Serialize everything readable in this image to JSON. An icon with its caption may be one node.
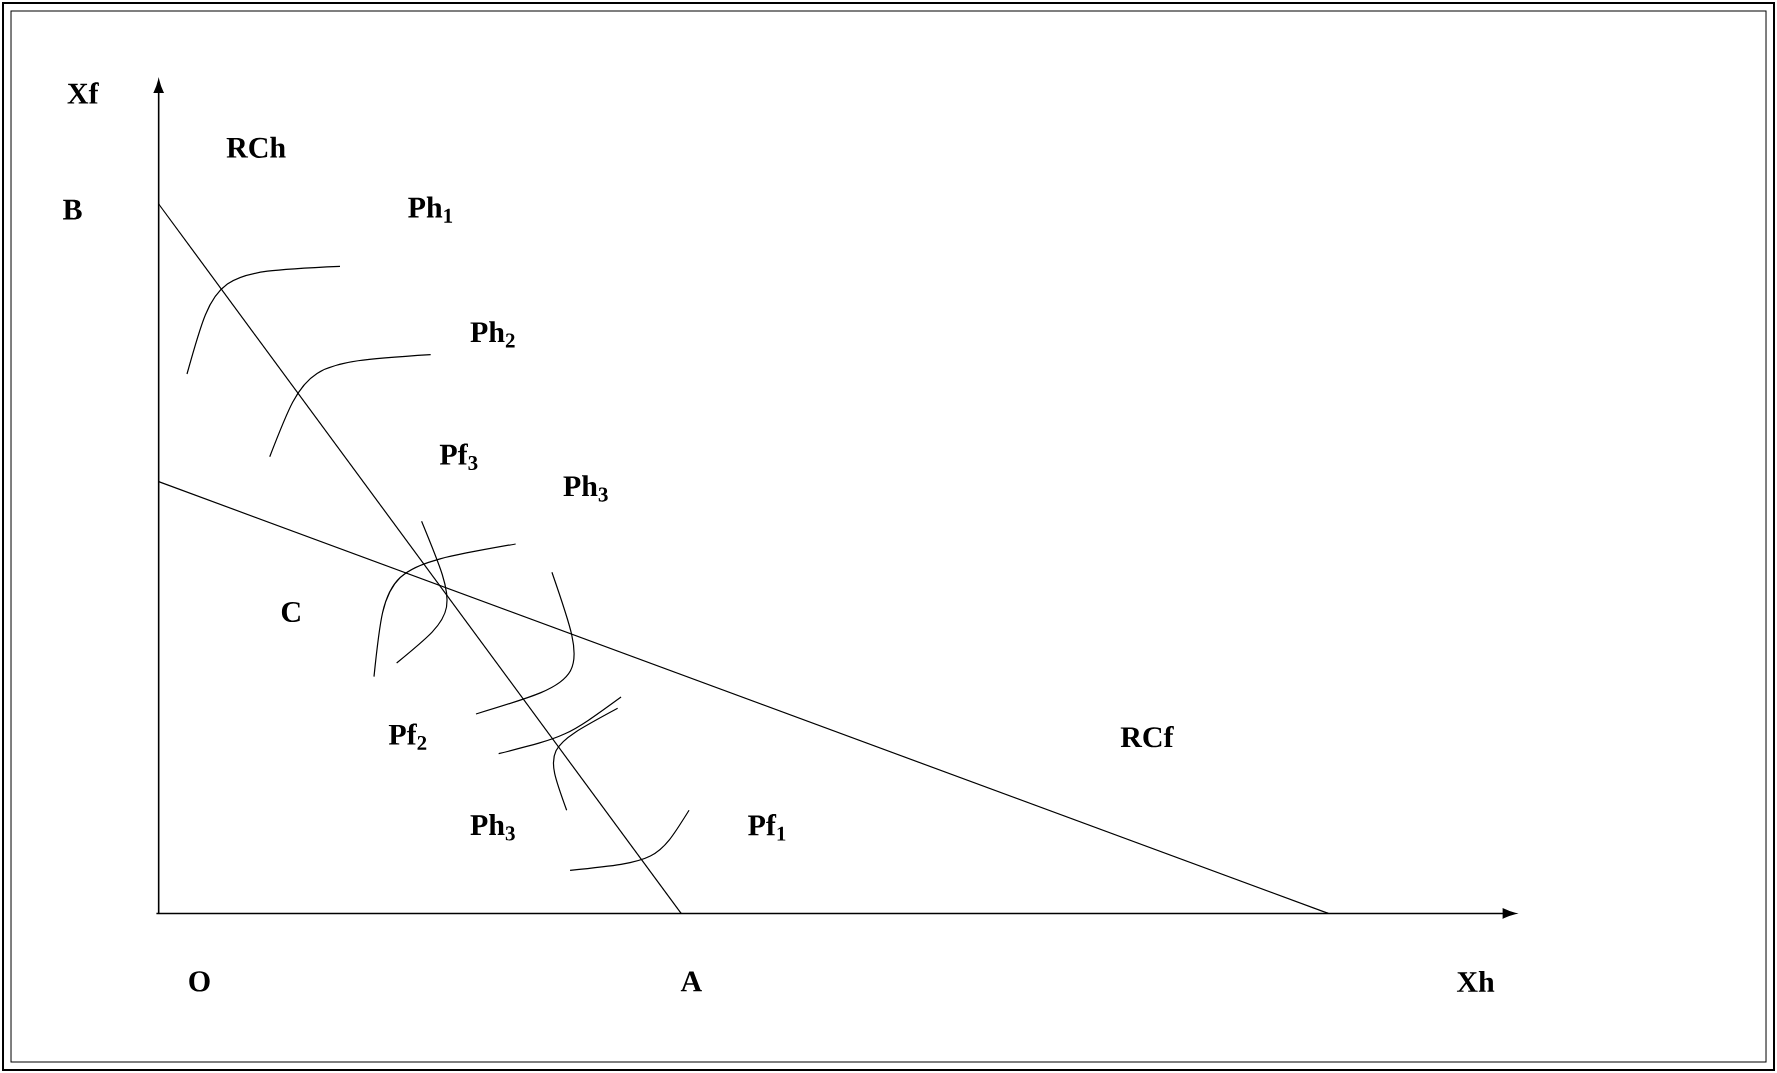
{
  "diagram": {
    "labels": [
      "Xf",
      "RCh",
      "B",
      "Ph$_{1}$",
      "Ph$_{2}$",
      "Pf$_{3}$",
      "Ph$_{3}$",
      "C",
      "Pf$_{2}$",
      "RCf",
      "Ph$_{3}$",
      "Pf$_{1}$",
      "O",
      "A",
      "Xh"
    ]
  }
}
